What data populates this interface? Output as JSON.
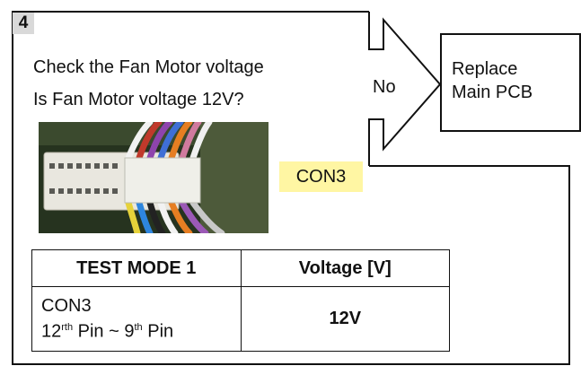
{
  "step": {
    "number": "4"
  },
  "check": {
    "line1": "Check the Fan Motor voltage",
    "line2": "Is Fan Motor voltage 12V?"
  },
  "decision": {
    "label": "No"
  },
  "result": {
    "line1": "Replace",
    "line2": "Main PCB"
  },
  "photo": {
    "callout": "CON3"
  },
  "table": {
    "headers": [
      "TEST MODE 1",
      "Voltage [V]"
    ],
    "row": {
      "connector": "CON3",
      "pin_from": "12",
      "pin_from_suffix": "rth",
      "pin_join": " Pin ~ ",
      "pin_to": "9",
      "pin_to_suffix": "th",
      "pin_end": " Pin",
      "voltage": "12V"
    }
  },
  "colors": {
    "badge": "#d9d9d9",
    "callout_bg": "#fff6a3",
    "lines": "#111111"
  },
  "icons": [
    "right-arrow-icon"
  ]
}
